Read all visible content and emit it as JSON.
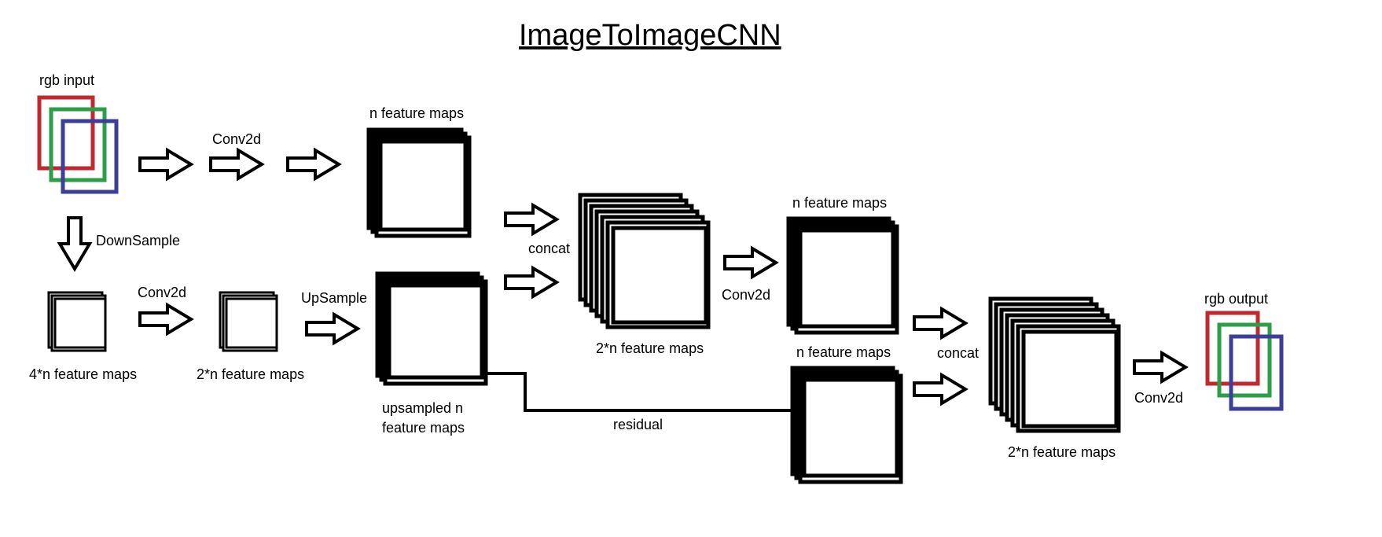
{
  "title": "ImageToImageCNN",
  "colors": {
    "red": "#c0292f",
    "green": "#2e9d4a",
    "blue": "#3b3f99",
    "stroke": "#000000"
  },
  "labels": {
    "rgb_input": "rgb input",
    "conv2d_top": "Conv2d",
    "n_feature_maps_top": "n feature maps",
    "downsample": "DownSample",
    "four_n_feature_maps": "4*n feature maps",
    "conv2d_bottom": "Conv2d",
    "two_n_feature_maps_small": "2*n feature maps",
    "upsample": "UpSample",
    "upsampled_line1": "upsampled n",
    "upsampled_line2": "feature maps",
    "concat_1": "concat",
    "two_n_feature_maps_mid": "2*n feature maps",
    "conv2d_mid": "Conv2d",
    "n_feature_maps_mid": "n feature maps",
    "n_feature_maps_residual": "n feature maps",
    "residual": "residual",
    "concat_2": "concat",
    "two_n_feature_maps_right": "2*n feature maps",
    "conv2d_right": "Conv2d",
    "rgb_output": "rgb output"
  }
}
